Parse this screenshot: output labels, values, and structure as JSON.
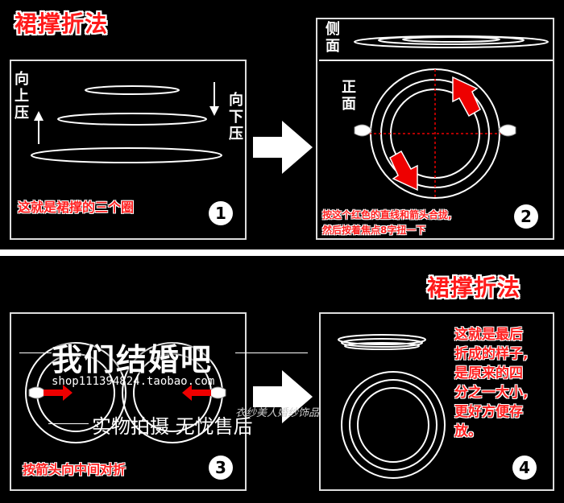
{
  "top_title": "裙撑折法",
  "panel1": {
    "up_label": [
      "向",
      "上",
      "压"
    ],
    "down_label": [
      "向",
      "下",
      "压"
    ],
    "caption": "这就是裙撑的三个圈",
    "number": "1"
  },
  "panel2": {
    "side_label": [
      "侧",
      "面"
    ],
    "front_label": [
      "正",
      "面"
    ],
    "caption_line1": "按这个红色的直线和箭头合拢,",
    "caption_line2": "然后按着焦点8字扭一下",
    "number": "2"
  },
  "bottom_title": "裙撑折法",
  "panel3": {
    "caption": "按箭头向中间对折",
    "number": "3"
  },
  "panel4": {
    "caption": [
      "这就是最后",
      "折成的样子,",
      "是原来的四",
      "分之一大小,",
      "更好方便存",
      "放。"
    ],
    "number": "4"
  },
  "watermark": {
    "title": "我们结婚吧",
    "url": "shop111394824.taobao.com",
    "subtitle": "实物拍摄  无忧售后",
    "corner": "衣纱美人婚纱饰品"
  },
  "colors": {
    "accent_red": "#ff1a1a",
    "line": "#ffffff",
    "bg": "#000000"
  }
}
